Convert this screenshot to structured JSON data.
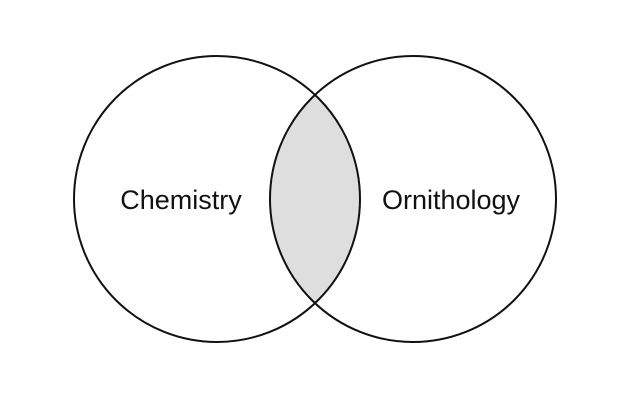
{
  "diagram": {
    "type": "venn",
    "sets": [
      {
        "label": "Chemistry"
      },
      {
        "label": "Ornithology"
      }
    ],
    "intersection": {
      "highlighted": true
    },
    "colors": {
      "outline": "#111111",
      "intersection_fill": "#dedede",
      "background": "#ffffff",
      "text": "#111111"
    }
  }
}
